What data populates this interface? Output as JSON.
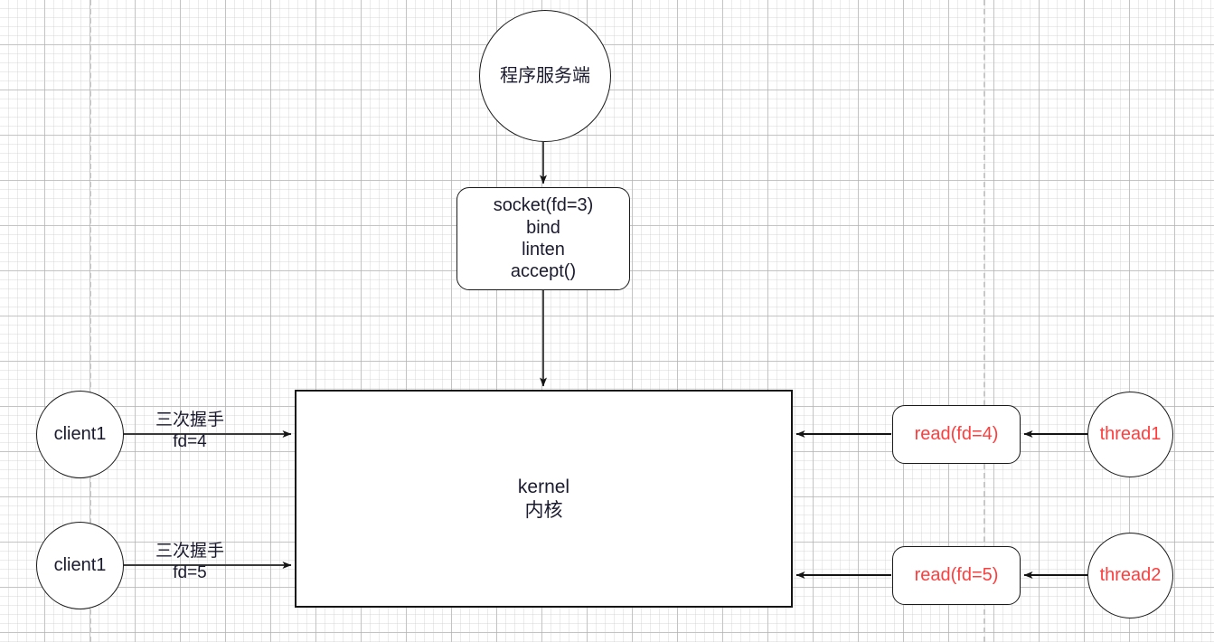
{
  "diagram": {
    "title_node": {
      "label": "程序服务端"
    },
    "socket_box": {
      "lines": [
        "socket(fd=3)",
        "bind",
        "linten",
        "accept()"
      ]
    },
    "kernel_box": {
      "line1": "kernel",
      "line2": "内核"
    },
    "clients": [
      {
        "label": "client1",
        "edge_line1": "三次握手",
        "edge_line2": "fd=4"
      },
      {
        "label": "client1",
        "edge_line1": "三次握手",
        "edge_line2": "fd=5"
      }
    ],
    "reads": [
      {
        "label": "read(fd=4)"
      },
      {
        "label": "read(fd=5)"
      }
    ],
    "threads": [
      {
        "label": "thread1"
      },
      {
        "label": "thread2"
      }
    ],
    "colors": {
      "stroke": "#1a1a1a",
      "text": "#1a1a2e",
      "accent_red": "#ff3d3d",
      "grid_minor": "#bebebe",
      "grid_major": "#969696",
      "guide_dashed": "#c8c8c8",
      "canvas": "#ffffff"
    }
  }
}
